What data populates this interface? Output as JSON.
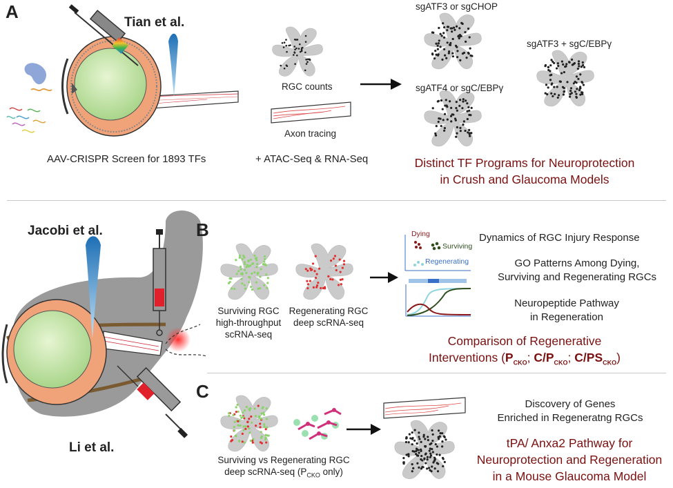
{
  "panel_a": {
    "letter": "A",
    "author": "Tian et al.",
    "screen_caption": "AAV-CRISPR Screen for 1893 TFs",
    "rgc_counts": "RGC counts",
    "axon_tracing": "Axon tracing",
    "assays": "+ ATAC-Seq & RNA-Seq",
    "sg1": "sgATF3 or sgCHOP",
    "sg2": "sgATF4 or sgC/EBPγ",
    "sg3": "sgATF3 + sgC/EBPγ",
    "conclusion_line1": "Distinct TF Programs for Neuroprotection",
    "conclusion_line2": "in Crush and Glaucoma Models"
  },
  "panel_b": {
    "letter": "B",
    "author": "Jacobi et al.",
    "surv_line1": "Surviving RGC",
    "surv_line2": "high-throughput",
    "surv_line3": "scRNA-seq",
    "regen_line1": "Regenerating RGC",
    "regen_line2": "deep scRNA-seq",
    "legend_dying": "Dying",
    "legend_surviving": "Surviving",
    "legend_regenerating": "Regenerating",
    "finding1": "Dynamics of RGC Injury Response",
    "finding2_line1": "GO Patterns Among Dying,",
    "finding2_line2": "Surviving and Regenerating RGCs",
    "finding3_line1": "Neuropeptide Pathway",
    "finding3_line2": "in Regeneration",
    "conclusion_line1": "Comparison of Regenerative",
    "conclusion_line2_prefix": "Interventions (",
    "p": "P",
    "cko": "CKO",
    "sep": "; ",
    "cp": "C/P",
    "cps": "C/PS",
    "close": ")"
  },
  "panel_c": {
    "letter": "C",
    "author": "Li et al.",
    "caption_line1": "Surviving vs Regenerating RGC",
    "caption_line2_prefix": "deep scRNA-seq (P",
    "caption_line2_sub": "CKO",
    "caption_line2_suffix": " only)",
    "finding_line1": "Discovery of Genes",
    "finding_line2": "Enriched in Regeneratng RGCs",
    "conclusion_line1": "tPA/ Anxa2 Pathway for",
    "conclusion_line2": "Neuroprotection and Regeneration",
    "conclusion_line3": "in a Mouse Glaucoma Model"
  },
  "colors": {
    "dark_red": "#7a1010",
    "retina_gray": "#c9c9c9",
    "lens_green": "#c9e8a8",
    "surviving_green": "#2f4f1f",
    "dying_red": "#8b1a1a",
    "regenerating_blue": "#8fd3df"
  }
}
